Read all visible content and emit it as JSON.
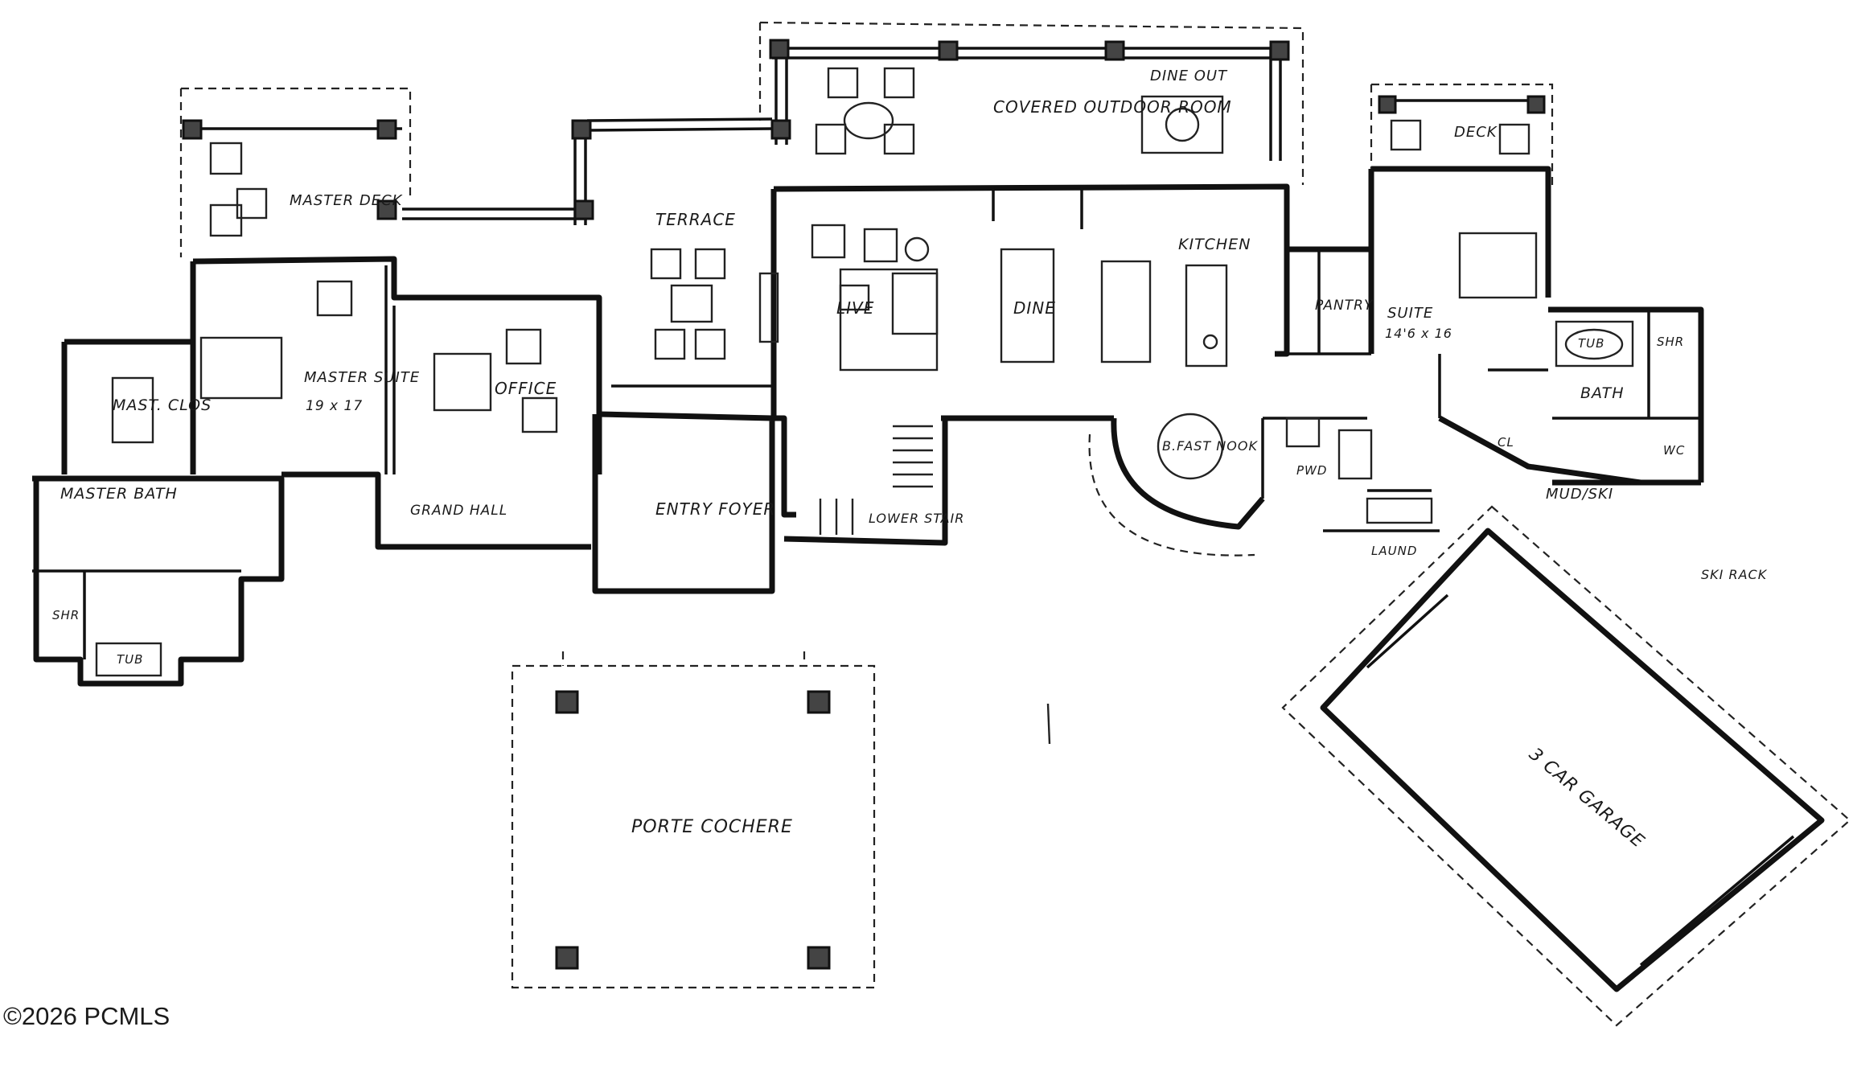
{
  "plan": {
    "rooms": {
      "covered_outdoor": "COVERED OUTDOOR ROOM",
      "dine_out": "DINE OUT",
      "master_deck": "MASTER DECK",
      "terrace": "TERRACE",
      "kitchen": "KITCHEN",
      "deck": "DECK",
      "mast_clos": "MAST. CLOS",
      "master_suite": "MASTER SUITE",
      "master_suite_dim": "19 x 17",
      "office": "OFFICE",
      "live": "LIVE",
      "dine": "DINE",
      "pantry": "PANTRY",
      "suite": "SUITE",
      "suite_dim": "14'6 x 16",
      "tub": "TUB",
      "shr": "SHR",
      "bath": "BATH",
      "bkfst_nook": "B.FAST NOOK",
      "master_bath": "MASTER BATH",
      "grand_hall": "GRAND HALL",
      "entry_foyer": "ENTRY FOYER",
      "lower_stair": "LOWER STAIR",
      "pwd": "PWD",
      "laund": "LAUND",
      "mud_ski": "MUD/SKI",
      "ski_rack": "SKI RACK",
      "cl": "CL",
      "wc": "WC",
      "garage": "3 CAR GARAGE",
      "porte_cochere": "PORTE COCHERE",
      "shr_master": "SHR",
      "tub_master": "TUB"
    }
  },
  "copyright": "©2026 PCMLS"
}
